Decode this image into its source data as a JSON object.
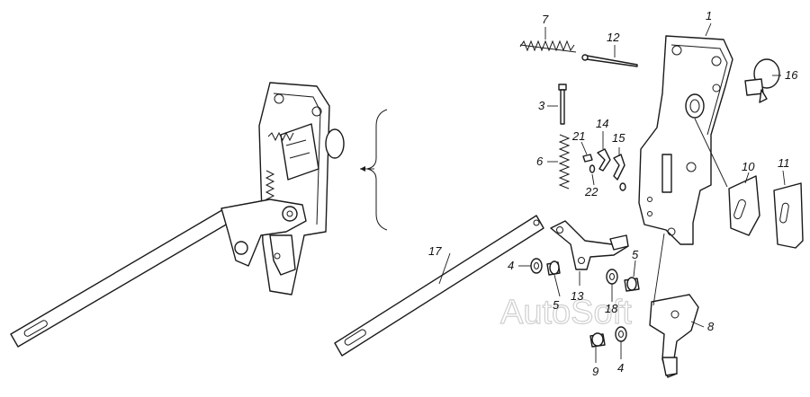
{
  "diagram": {
    "watermark": "AutoSoft",
    "callouts": {
      "c1": "1",
      "c3": "3",
      "c4a": "4",
      "c4b": "4",
      "c5a": "5",
      "c5b": "5",
      "c6": "6",
      "c7": "7",
      "c8": "8",
      "c9": "9",
      "c10": "10",
      "c11": "11",
      "c12": "12",
      "c13": "13",
      "c14": "14",
      "c15": "15",
      "c16": "16",
      "c17": "17",
      "c18": "18",
      "c21": "21",
      "c22": "22"
    }
  }
}
